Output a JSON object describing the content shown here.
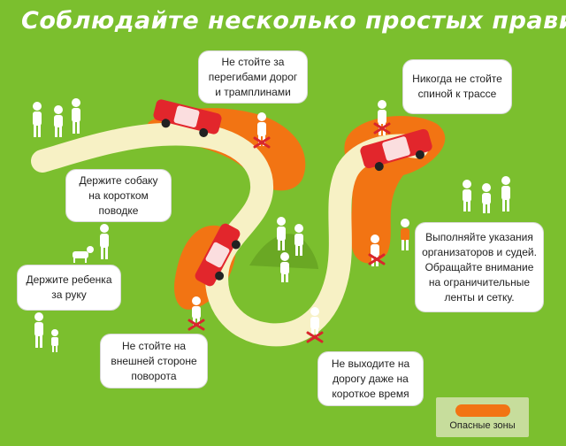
{
  "title": "Соблюдайте несколько простых правил:",
  "rules": [
    {
      "id": "bends",
      "text": "Не стойте за\nперегибами дорог\nи трамплинами"
    },
    {
      "id": "back",
      "text": "Никогда не стойте\nспиной к трассе"
    },
    {
      "id": "dog",
      "text": "Держите собаку\nна коротком\nповодке"
    },
    {
      "id": "organizers",
      "text": "Выполняйте указания\nорганизаторов и судей.\nОбращайте внимание\nна ограничительные\nленты и сетку."
    },
    {
      "id": "child",
      "text": "Держите ребенка\nза руку"
    },
    {
      "id": "outer",
      "text": "Не стойте на\nвнешней стороне\nповорота"
    },
    {
      "id": "road",
      "text": "Не выходите на\nдорогу даже на\nкороткое время"
    }
  ],
  "legend": {
    "label": "Опасные зоны"
  },
  "colors": {
    "background": "#7bbf2e",
    "road": "#f7f1c5",
    "danger_zone": "#f27413",
    "car": "#e2262c",
    "legend_bg": "#c7dd9c"
  }
}
